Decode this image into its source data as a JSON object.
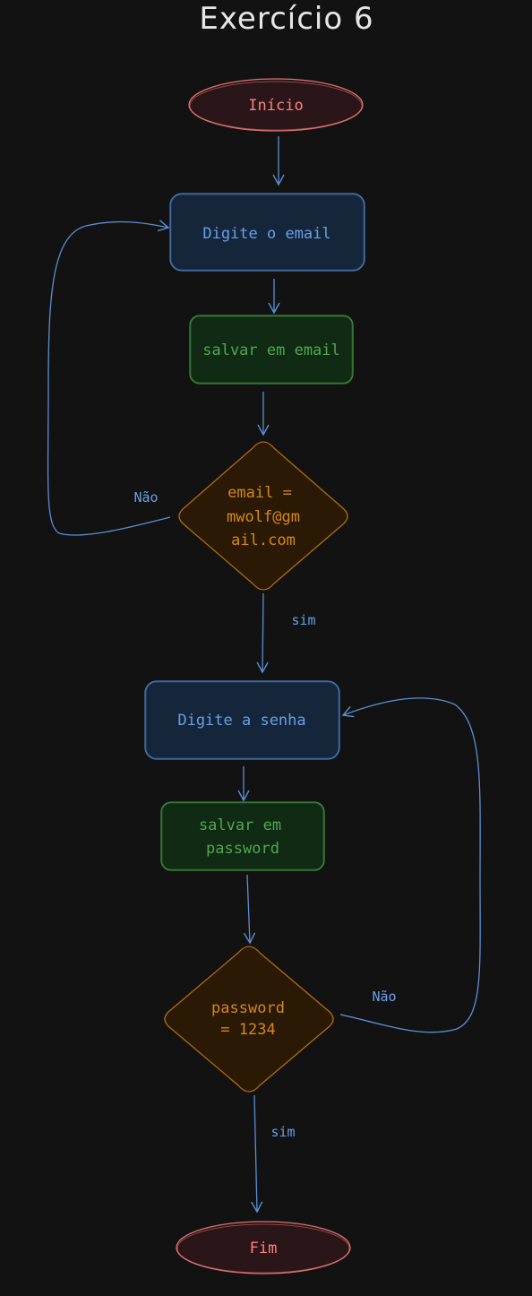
{
  "title": "Exercício 6",
  "colors": {
    "background": "#121212",
    "terminal_stroke": "#e07070",
    "terminal_fill": "#2a1618",
    "terminal_text": "#ff8080",
    "input_stroke": "#4a78b8",
    "input_fill": "#15263a",
    "input_text": "#6a9fe8",
    "process_stroke": "#3a8a3a",
    "process_fill": "#102a14",
    "process_text": "#4fa84f",
    "decision_stroke": "#b06a10",
    "decision_fill": "#2a1a05",
    "decision_text": "#d68718",
    "arrow": "#5b8fd6"
  },
  "nodes": {
    "start": "Início",
    "input_email": "Digite o email",
    "save_email": "salvar em email",
    "decision_email": [
      "email =",
      "mwolf@gm",
      "ail.com"
    ],
    "input_password": "Digite a senha",
    "save_password": [
      "salvar em",
      "password"
    ],
    "decision_password": [
      "password",
      "= 1234"
    ],
    "end": "Fim"
  },
  "edges": {
    "email_no": "Não",
    "email_yes": "sim",
    "password_no": "Não",
    "password_yes": "sim"
  }
}
